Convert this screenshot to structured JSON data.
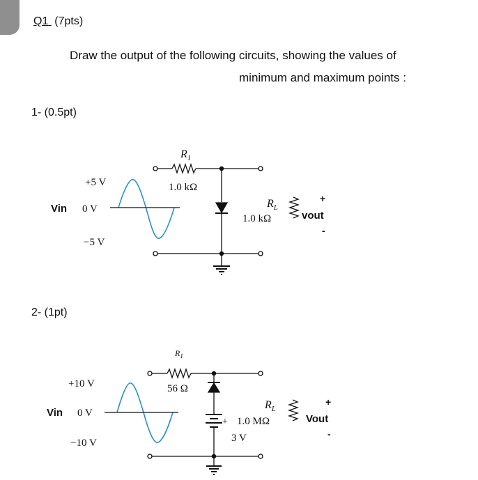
{
  "header": {
    "q_number": "Q1",
    "points": "(7pts)"
  },
  "instructions": {
    "line1": "Draw the output of the following circuits, showing the values of",
    "line2": "minimum and maximum points :"
  },
  "part1": {
    "label": "1- (0.5pt)",
    "vin": "Vin",
    "v_max": "+5 V",
    "v_zero": "0 V",
    "v_min": "−5 V",
    "r1_name": "R",
    "r1_sub": "1",
    "r1_value": "1.0 kΩ",
    "rl_name": "R",
    "rl_sub": "L",
    "rl_value": "1.0 kΩ",
    "out_plus": "+",
    "out_label": "vout",
    "out_minus": "-"
  },
  "part2": {
    "label": "2- (1pt)",
    "vin": "Vin",
    "v_max": "+10 V",
    "v_zero": "0 V",
    "v_min": "−10 V",
    "r1_name": "R",
    "r1_sub": "1",
    "r1_value": "56 Ω",
    "rl_name": "R",
    "rl_sub": "L",
    "rl_value": "1.0 MΩ",
    "battery_plus": "+",
    "battery_value": "3 V",
    "out_plus": "+",
    "out_label": "Vout",
    "out_minus": "-"
  }
}
